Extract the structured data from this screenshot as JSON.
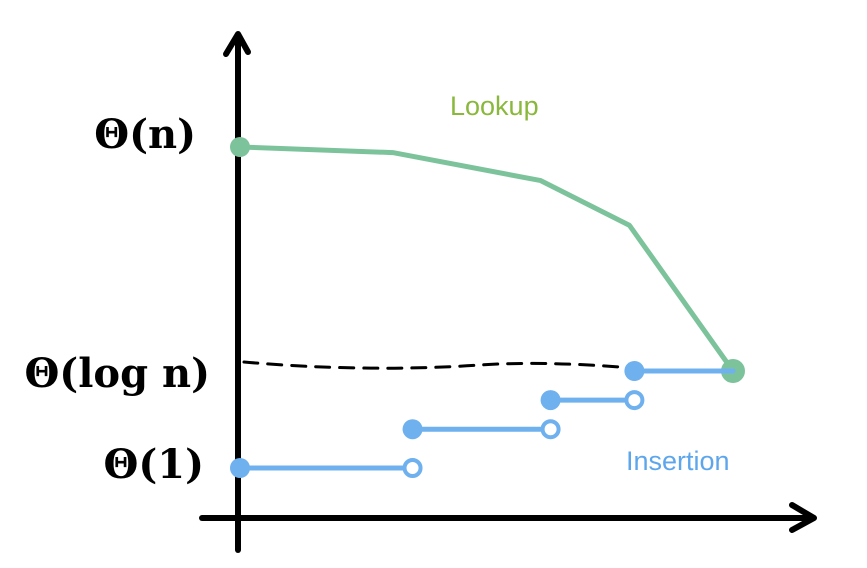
{
  "chart_data": {
    "type": "line",
    "title": "",
    "xlabel": "",
    "ylabel": "",
    "y_ticks": [
      {
        "label": "Θ(n)",
        "value": 3
      },
      {
        "label": "Θ(log n)",
        "value": 1
      },
      {
        "label": "Θ(1)",
        "value": 0
      }
    ],
    "reference_line": {
      "y": 1,
      "style": "dashed"
    },
    "xlim": [
      0,
      100
    ],
    "series": [
      {
        "name": "Lookup",
        "color": "#7cc39b",
        "kind": "line",
        "points": [
          {
            "x": 0,
            "y": 3.0
          },
          {
            "x": 31,
            "y": 2.95
          },
          {
            "x": 61,
            "y": 2.7
          },
          {
            "x": 79,
            "y": 2.3
          },
          {
            "x": 100,
            "y": 1.0
          }
        ]
      },
      {
        "name": "Insertion",
        "color": "#6fb0ee",
        "kind": "step",
        "segments": [
          {
            "x_start": 0,
            "x_end": 35,
            "y": 0.0
          },
          {
            "x_start": 35,
            "x_end": 63,
            "y": 0.4
          },
          {
            "x_start": 63,
            "x_end": 80,
            "y": 0.7
          },
          {
            "x_start": 80,
            "x_end": 100,
            "y": 1.0
          }
        ]
      }
    ]
  },
  "labels": {
    "lookup": "Lookup",
    "insertion": "Insertion"
  }
}
